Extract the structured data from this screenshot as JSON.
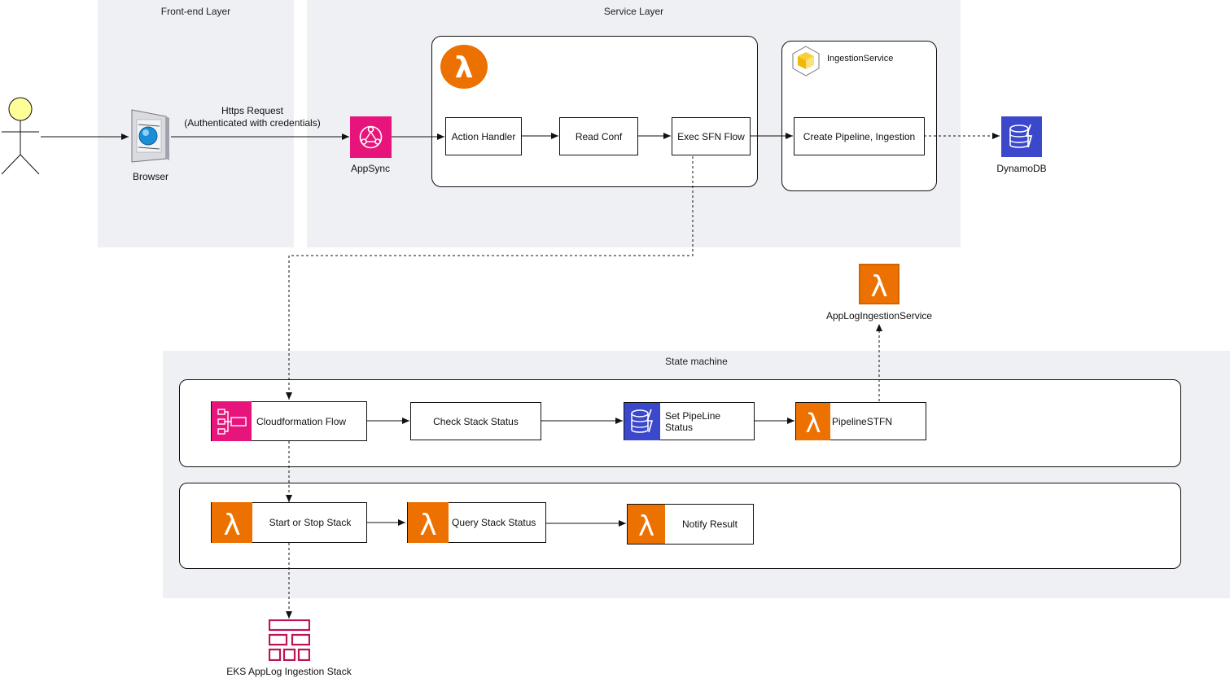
{
  "layers": {
    "frontend": "Front-end Layer",
    "service": "Service Layer",
    "state_machine": "State machine"
  },
  "edge_label": {
    "line1": "Https Request",
    "line2": "(Authenticated with credentials)"
  },
  "nodes": {
    "browser": "Browser",
    "appsync": "AppSync",
    "action_handler": "Action Handler",
    "read_conf": "Read Conf",
    "exec_sfn_flow": "Exec SFN Flow",
    "ingestion_service": "IngestionService",
    "create_pipeline": "Create Pipeline, Ingestion",
    "dynamodb": "DynamoDB",
    "app_log_ingestion_service": "AppLogIngestionService",
    "cloudformation_flow": "Cloudformation Flow",
    "check_stack_status": "Check Stack Status",
    "set_pipeline_status": "Set PipeLine Status",
    "pipeline_stfn": "PipelineSTFN",
    "start_or_stop_stack": "Start or Stop Stack",
    "query_stack_status": "Query Stack Status",
    "notify_result": "Notify Result",
    "eks_stack": "EKS AppLog Ingestion Stack"
  },
  "icons": [
    "actor-icon",
    "browser-icon",
    "appsync-icon",
    "lambda-icon",
    "ingestion-box-icon",
    "dynamodb-icon",
    "step-functions-icon",
    "eks-stack-icon"
  ],
  "colors": {
    "layer_bg": "#eef0f4",
    "lambda_orange": "#ed7100",
    "appsync_pink": "#e7157b",
    "dynamodb_blue": "#3b48cc",
    "eks_magenta": "#bc1356",
    "actor_fill": "#ffff99"
  }
}
